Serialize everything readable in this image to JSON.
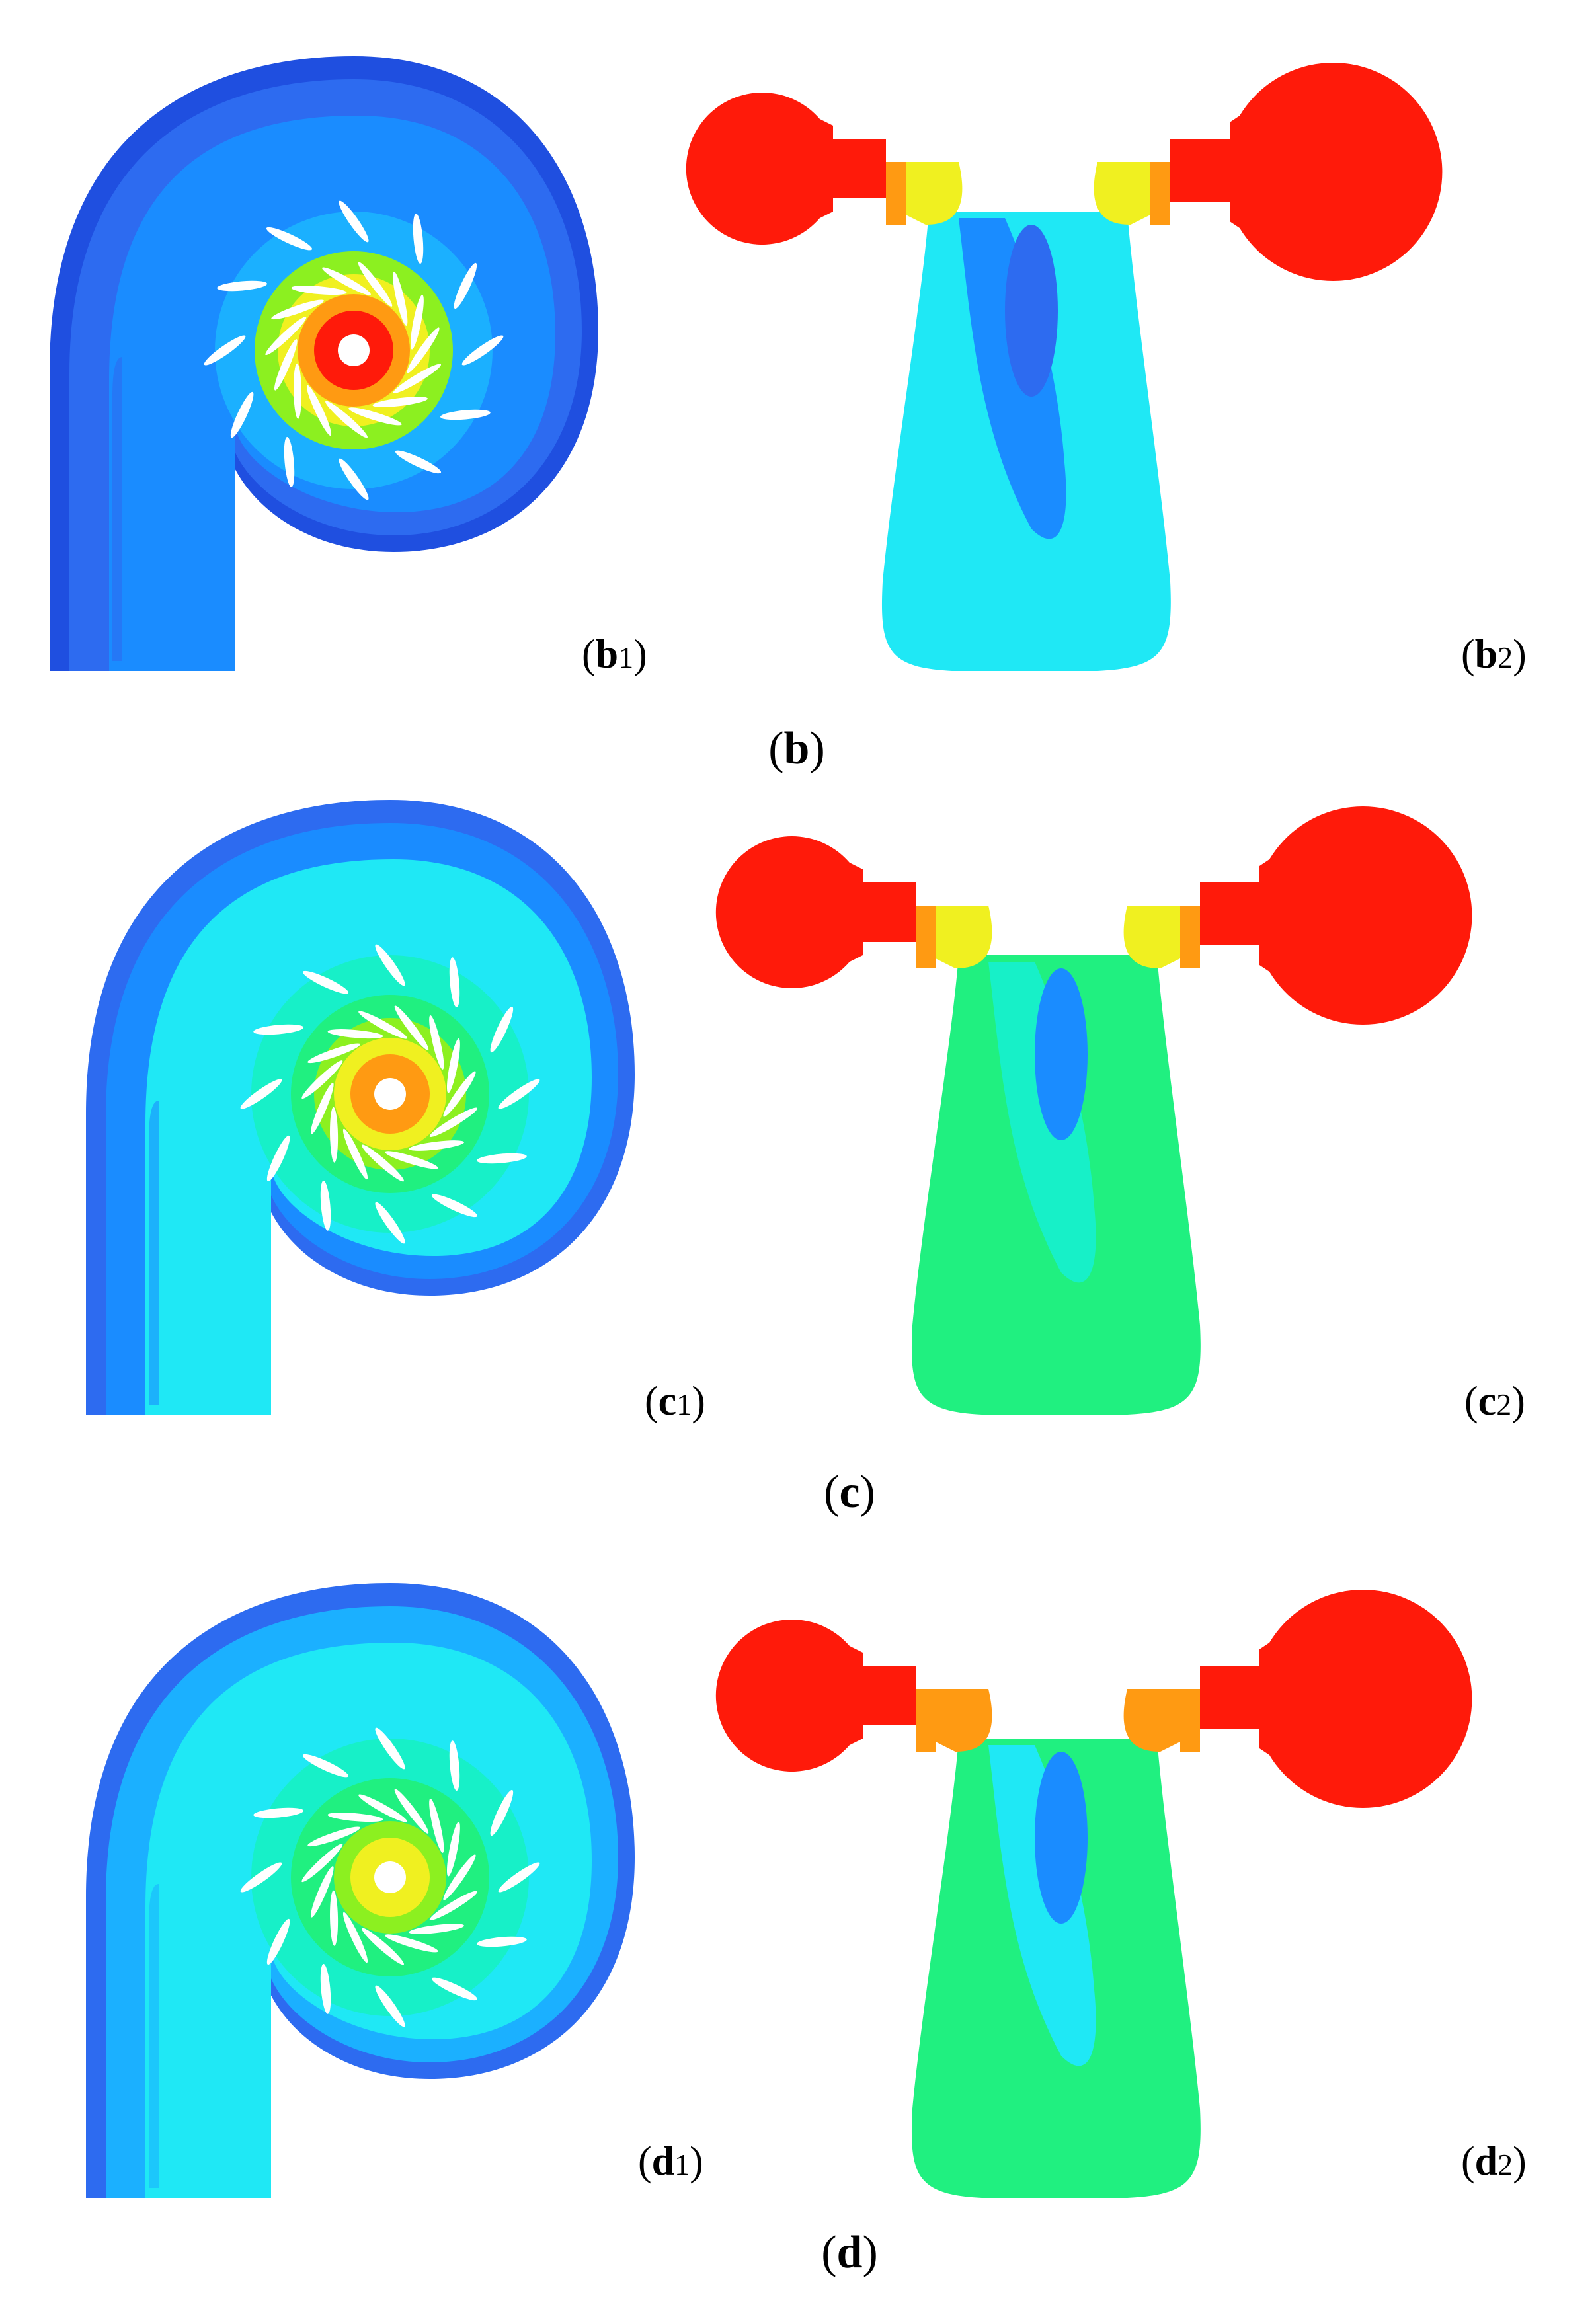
{
  "palette": {
    "dark_blue": "#1f4fe0",
    "blue": "#2d6bf0",
    "mid_blue": "#1a8cff",
    "light_blue": "#1bb0ff",
    "cyan": "#1fe8f5",
    "aqua": "#17f0c8",
    "green": "#20f080",
    "lime": "#8cf020",
    "yellow": "#f0f020",
    "orange": "#ff9a12",
    "red": "#ff1a0a",
    "white": "#ffffff"
  },
  "rows": [
    {
      "group_letter": "b",
      "left_letter": "b",
      "left_index": "1",
      "right_letter": "b",
      "right_index": "2",
      "volute": {
        "outer": "dark_blue",
        "band": "blue",
        "fill": "mid_blue",
        "ring1": "light_blue",
        "ring2": "lime",
        "ring3": "yellow",
        "ring4": "orange",
        "core": "red"
      },
      "section": {
        "body": "cyan",
        "blob": "mid_blue",
        "spot": "blue",
        "edge": "yellow"
      }
    },
    {
      "group_letter": "c",
      "left_letter": "c",
      "left_index": "1",
      "right_letter": "c",
      "right_index": "2",
      "volute": {
        "outer": "blue",
        "band": "mid_blue",
        "fill": "cyan",
        "ring1": "aqua",
        "ring2": "green",
        "ring3": "lime",
        "ring4": "yellow",
        "core": "orange"
      },
      "section": {
        "body": "green",
        "blob": "aqua",
        "spot": "mid_blue",
        "edge": "yellow"
      }
    },
    {
      "group_letter": "d",
      "left_letter": "d",
      "left_index": "1",
      "right_letter": "d",
      "right_index": "2",
      "volute": {
        "outer": "blue",
        "band": "light_blue",
        "fill": "cyan",
        "ring1": "aqua",
        "ring2": "green",
        "ring3": "green",
        "ring4": "lime",
        "core": "yellow"
      },
      "section": {
        "body": "green",
        "blob": "cyan",
        "spot": "mid_blue",
        "edge": "orange"
      }
    }
  ]
}
